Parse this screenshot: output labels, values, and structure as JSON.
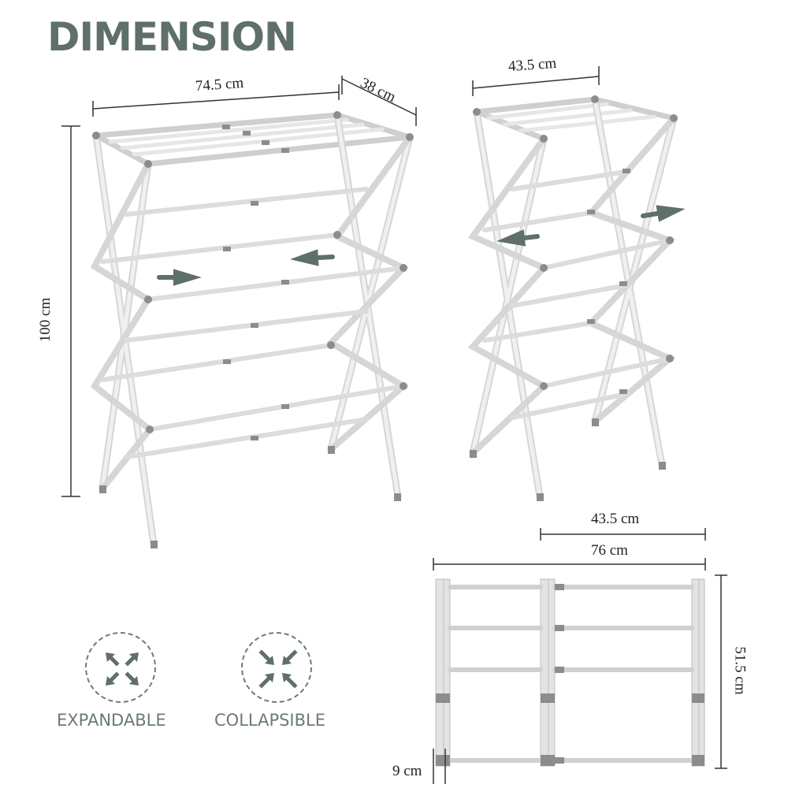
{
  "title": "DIMENSION",
  "expanded": {
    "width": "74.5 cm",
    "depth": "38 cm",
    "height": "100 cm"
  },
  "collapsed": {
    "width": "43.5 cm"
  },
  "bottom": {
    "inner_width": "43.5 cm",
    "outer_width": "76 cm",
    "height": "51.5 cm",
    "depth": "9 cm"
  },
  "badges": [
    {
      "label": "EXPANDABLE",
      "icon": "expand-arrows-icon"
    },
    {
      "label": "COLLAPSIBLE",
      "icon": "collapse-arrows-icon"
    }
  ],
  "colors": {
    "accent": "#5f7068",
    "frame": "#d9d9d9",
    "joint": "#8c8c8c"
  }
}
